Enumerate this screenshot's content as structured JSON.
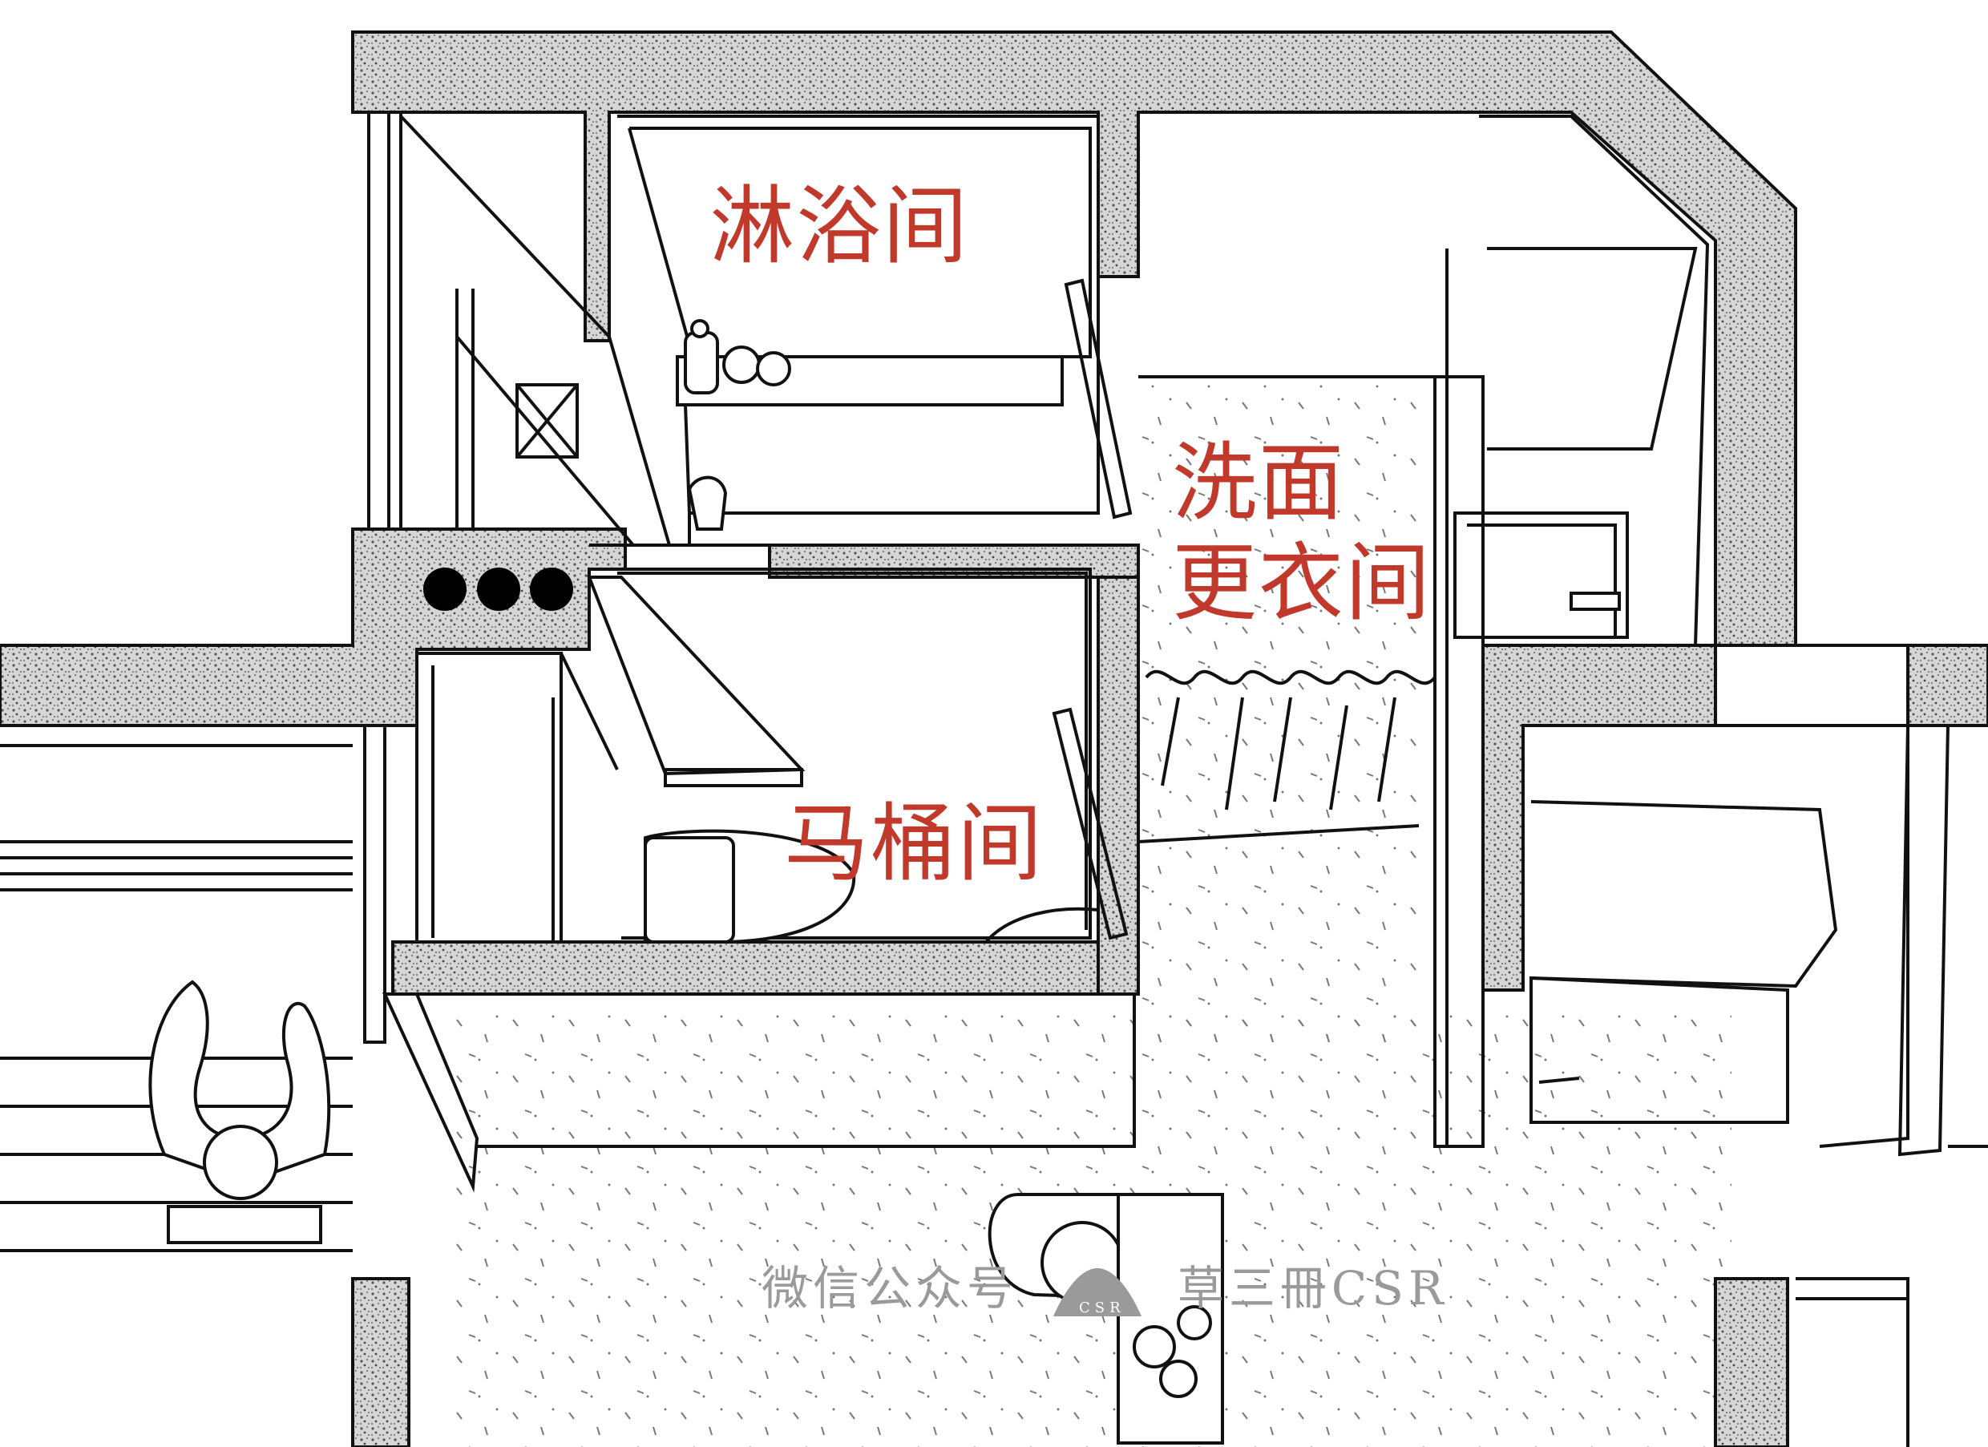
{
  "labels": {
    "shower": "淋浴间",
    "wash_line1": "洗面",
    "wash_line2": "更衣间",
    "toilet": "马桶间"
  },
  "watermark": {
    "left": "微信公众号",
    "right": "草三冊CSR",
    "logo_text": "CSR"
  },
  "colors": {
    "label": "#c0392b",
    "wall_fill": "#cfcfcf",
    "line": "#111111",
    "watermark": "#9a9a9a"
  }
}
